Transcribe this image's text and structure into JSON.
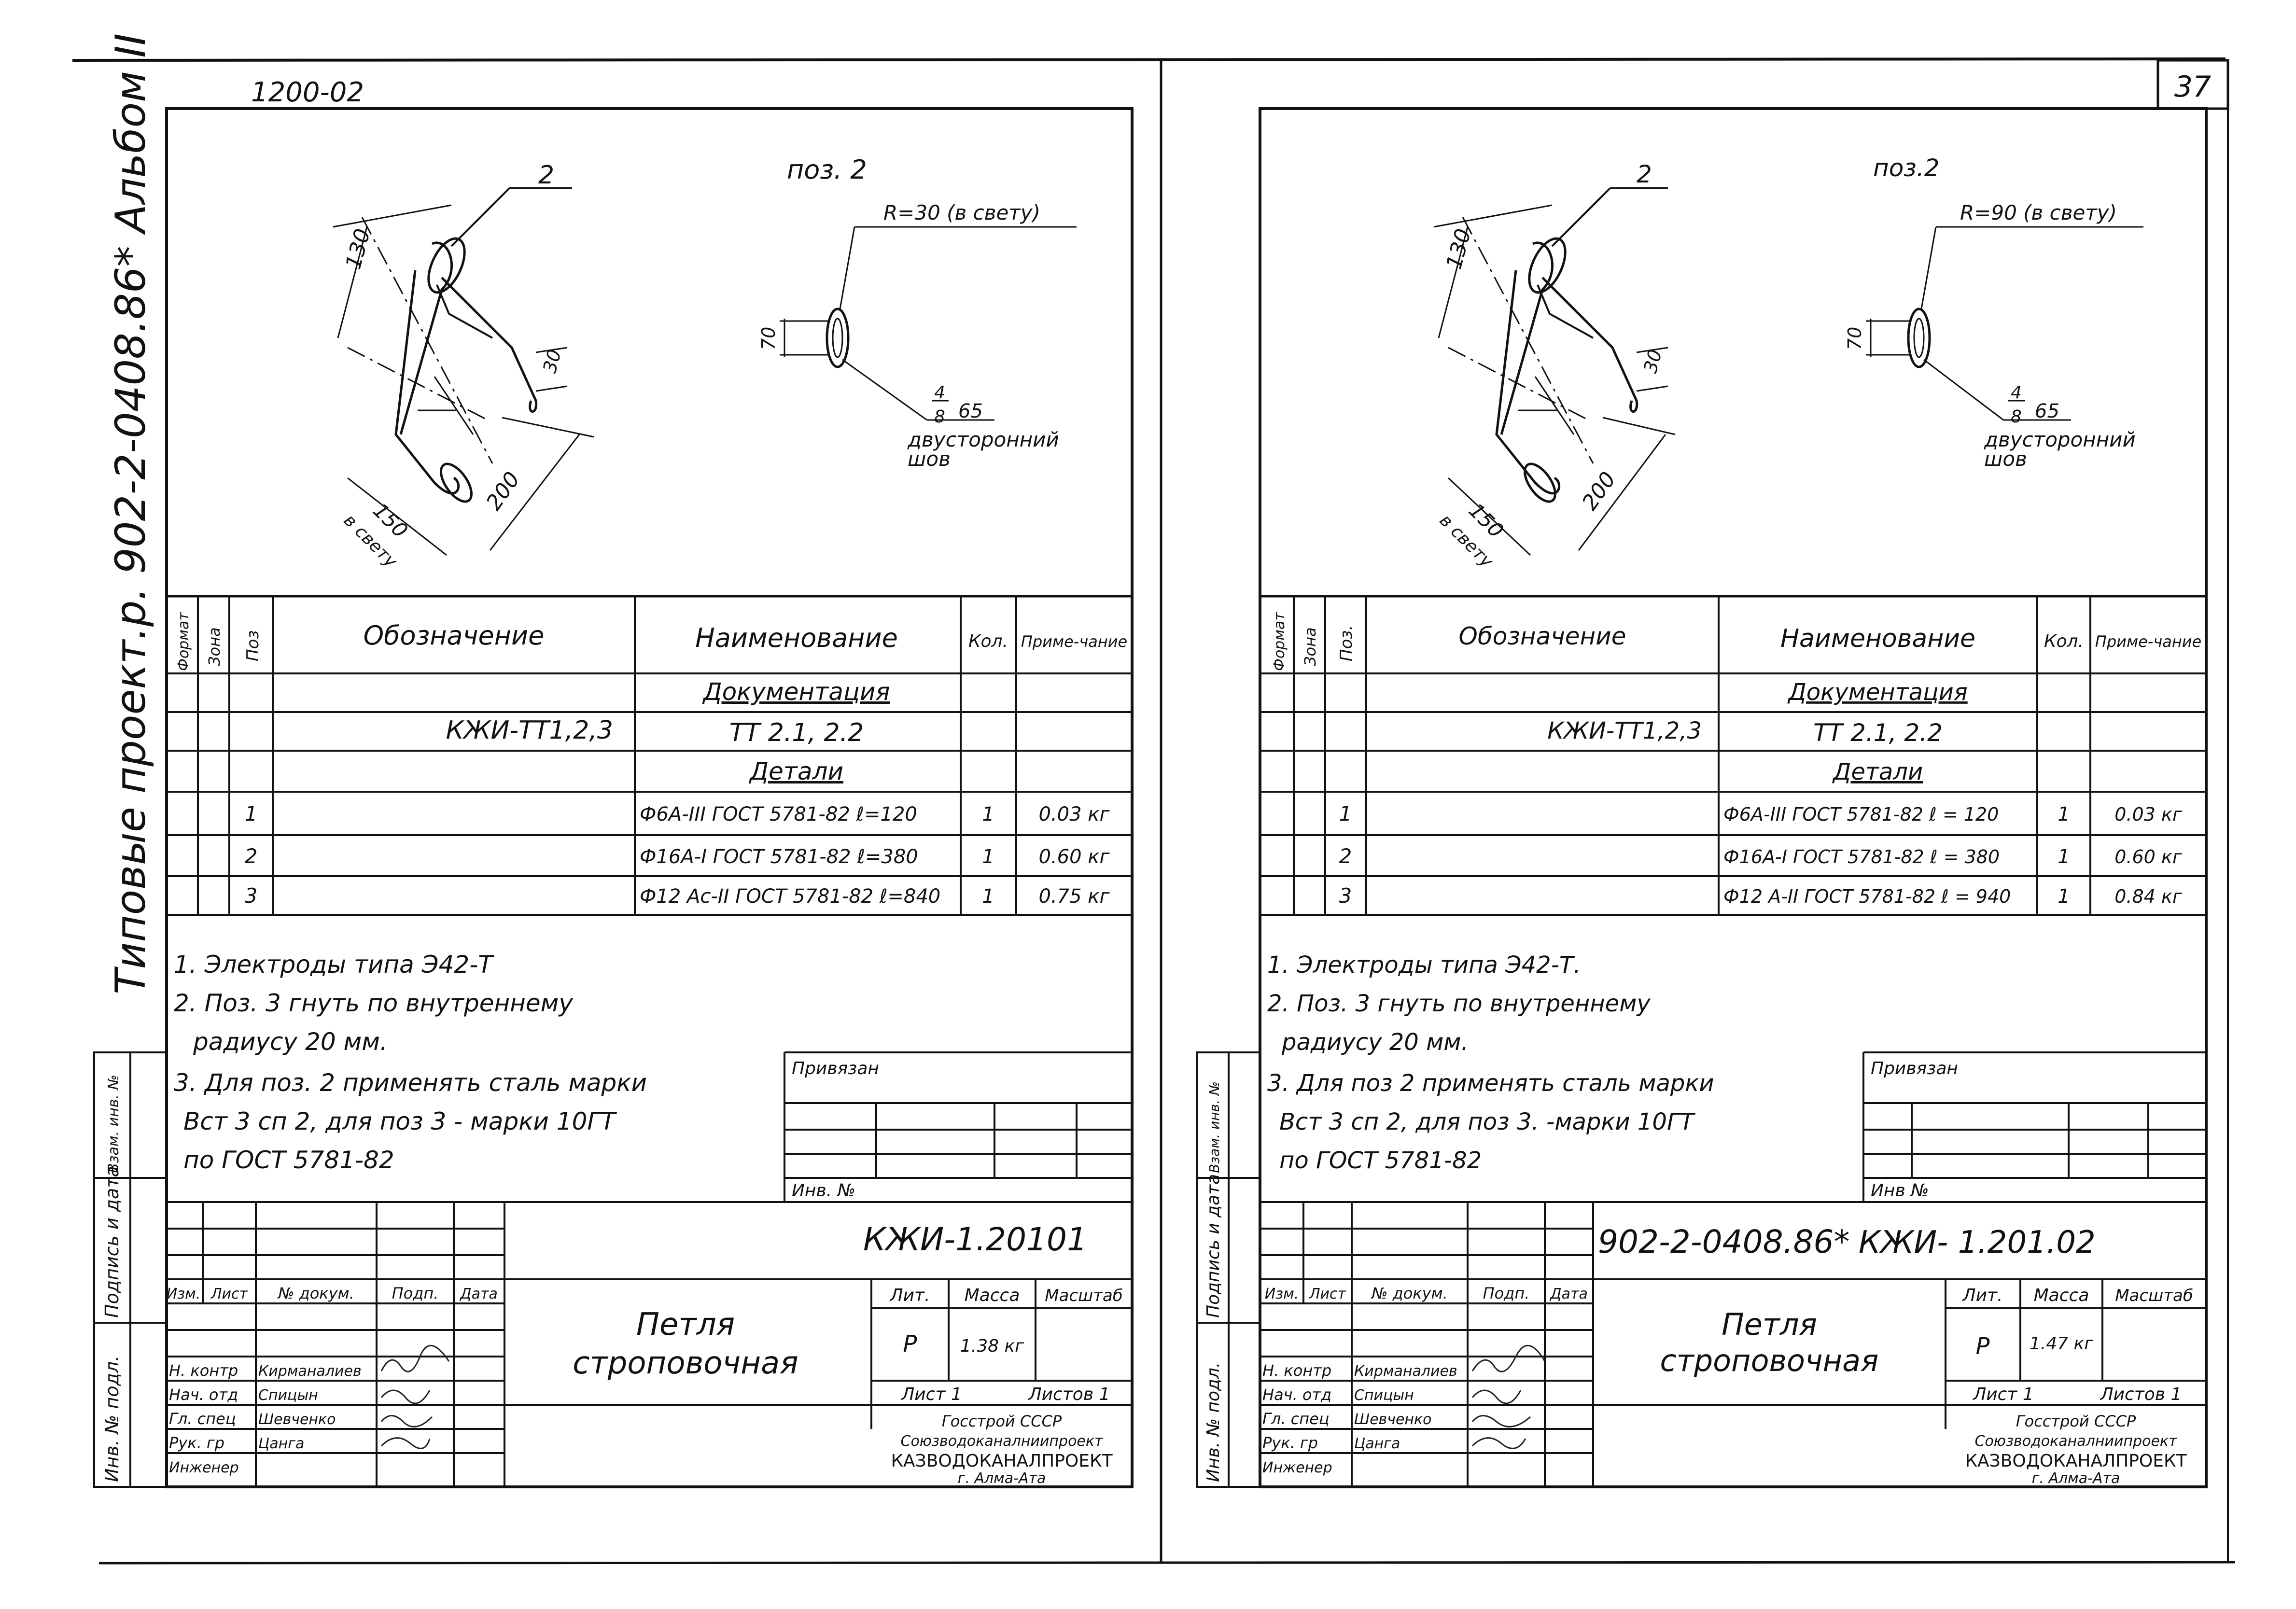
{
  "page": {
    "sheet_number": "37"
  },
  "left": {
    "top_code": "1200-02",
    "side_title": "Типовые проект.р. 902-2-0408.86* Альбом II",
    "drawing": {
      "leader_pos": "2",
      "dim_130": "130",
      "dim_30": "30",
      "dim_150": "150",
      "dim_in_light": "в свету",
      "dim_200": "200",
      "detail_title": "поз. 2",
      "radius_note": "R=30 (в свету)",
      "dim_70": "70",
      "weld_num": "4",
      "weld_den": "8",
      "weld_len": "65",
      "weld_note_1": "двусторонний",
      "weld_note_2": "шов"
    },
    "table": {
      "h_format": "Формат",
      "h_zone": "Зона",
      "h_pos": "Поз",
      "h_designation": "Обозначение",
      "h_name": "Наименование",
      "h_qty": "Кол.",
      "h_note": "Приме-чание",
      "section_docs": "Документация",
      "doc_designation": "КЖИ-ТТ1,2,3",
      "doc_name": "ТТ 2.1, 2.2",
      "section_details": "Детали",
      "rows": [
        {
          "pos": "1",
          "name": "Ф6А-III ГОСТ 5781-82 ℓ=120",
          "qty": "1",
          "note": "0.03 кг"
        },
        {
          "pos": "2",
          "name": "Ф16А-I ГОСТ 5781-82 ℓ=380",
          "qty": "1",
          "note": "0.60 кг"
        },
        {
          "pos": "3",
          "name": "Ф12 Ас-II ГОСТ 5781-82 ℓ=840",
          "qty": "1",
          "note": "0.75 кг"
        }
      ]
    },
    "notes": [
      "1. Электроды типа Э42-Т",
      "2. Поз. 3 гнуть по внутреннему",
      "радиусу 20 мм.",
      "3. Для поз. 2 применять сталь марки",
      "Вст 3 сп 2, для поз 3 - марки 10ГТ",
      "по ГОСТ 5781-82"
    ],
    "sidebox": {
      "l1": "Взам. инв. №",
      "l2": "Подпись и дата",
      "l3": "Инв. № подл."
    },
    "stamp": {
      "bound": "Привязан",
      "inv_no": "Инв. №",
      "code": "КЖИ-1.20101",
      "h_izm": "Изм.",
      "h_list": "Лист",
      "h_doc": "№ докум.",
      "h_sign": "Подп.",
      "h_date": "Дата",
      "product_line1": "Петля",
      "product_line2": "строповочная",
      "lit_h": "Лит.",
      "mass_h": "Масса",
      "scale_h": "Масштаб",
      "lit": "Р",
      "mass": "1.38 кг",
      "sheet": "Лист 1",
      "sheets": "Листов 1",
      "org1": "Госстрой СССР",
      "org2": "Союзводоканалниипроект",
      "org3": "КАЗВОДОКАНАЛПРОЕКТ",
      "org4": "г. Алма-Ата",
      "roles": [
        {
          "role": "Н. контр",
          "name": "Кирманалиев"
        },
        {
          "role": "Нач. отд",
          "name": "Спицын"
        },
        {
          "role": "Гл. спец",
          "name": "Шевченко"
        },
        {
          "role": "Рук. гр",
          "name": "Цанга"
        },
        {
          "role": "Инженер",
          "name": ""
        }
      ]
    }
  },
  "right": {
    "drawing": {
      "leader_pos": "2",
      "dim_130": "130",
      "dim_30": "30",
      "dim_150": "150",
      "dim_in_light": "в свету",
      "dim_200": "200",
      "detail_title": "поз.2",
      "radius_note": "R=90 (в свету)",
      "dim_70": "70",
      "weld_num": "4",
      "weld_den": "8",
      "weld_len": "65",
      "weld_note_1": "двусторонний",
      "weld_note_2": "шов"
    },
    "table": {
      "h_format": "Формат",
      "h_zone": "Зона",
      "h_pos": "Поз.",
      "h_designation": "Обозначение",
      "h_name": "Наименование",
      "h_qty": "Кол.",
      "h_note": "Приме-чание",
      "section_docs": "Документация",
      "doc_designation": "КЖИ-ТТ1,2,3",
      "doc_name": "ТТ 2.1, 2.2",
      "section_details": "Детали",
      "rows": [
        {
          "pos": "1",
          "name": "Ф6А-III ГОСТ 5781-82 ℓ = 120",
          "qty": "1",
          "note": "0.03 кг"
        },
        {
          "pos": "2",
          "name": "Ф16А-I ГОСТ 5781-82 ℓ = 380",
          "qty": "1",
          "note": "0.60 кг"
        },
        {
          "pos": "3",
          "name": "Ф12 А-II ГОСТ 5781-82 ℓ = 940",
          "qty": "1",
          "note": "0.84 кг"
        }
      ]
    },
    "notes": [
      "1. Электроды типа Э42-Т.",
      "2. Поз. 3 гнуть по внутреннему",
      "радиусу 20 мм.",
      "3. Для поз 2 применять сталь марки",
      "Вст 3 сп 2, для поз 3. -марки 10ГТ",
      "по ГОСТ 5781-82"
    ],
    "sidebox": {
      "l1": "Взам. инв. №",
      "l2": "Подпись и дата",
      "l3": "Инв. № подл."
    },
    "stamp": {
      "bound": "Привязан",
      "inv_no": "Инв №",
      "code_prefix": "902-2-0408.86*",
      "code": "КЖИ- 1.201.02",
      "h_izm": "Изм.",
      "h_list": "Лист",
      "h_doc": "№ докум.",
      "h_sign": "Подп.",
      "h_date": "Дата",
      "product_line1": "Петля",
      "product_line2": "строповочная",
      "lit_h": "Лит.",
      "mass_h": "Масса",
      "scale_h": "Масштаб",
      "lit": "Р",
      "mass": "1.47 кг",
      "sheet": "Лист 1",
      "sheets": "Листов 1",
      "org1": "Госстрой СССР",
      "org2": "Союзводоканалниипроект",
      "org3": "КАЗВОДОКАНАЛПРОЕКТ",
      "org4": "г. Алма-Ата",
      "roles": [
        {
          "role": "Н. контр",
          "name": "Кирманалиев"
        },
        {
          "role": "Нач. отд",
          "name": "Спицын"
        },
        {
          "role": "Гл. спец",
          "name": "Шевченко"
        },
        {
          "role": "Рук. гр",
          "name": "Цанга"
        },
        {
          "role": "Инженер",
          "name": ""
        }
      ]
    }
  }
}
